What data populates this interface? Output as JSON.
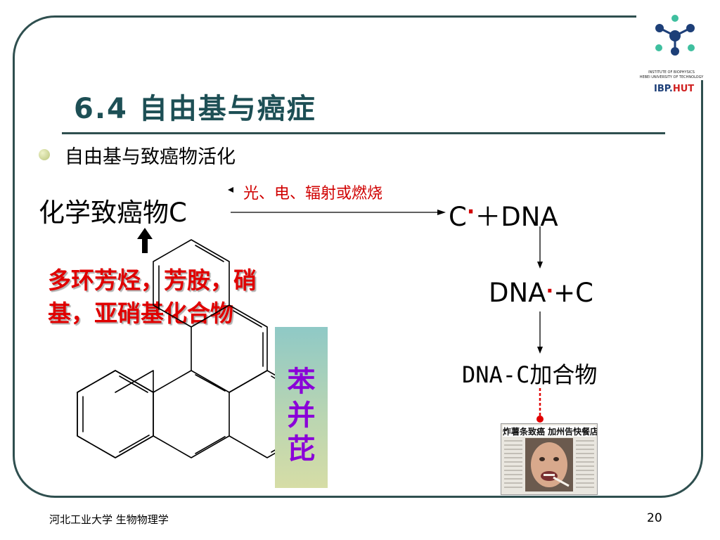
{
  "slide": {
    "title_number": "6.4",
    "title_text": "自由基与癌症",
    "bullet": "自由基与致癌物活化"
  },
  "reaction": {
    "reactant_cn": "化学致癌物",
    "reactant_letter": "C",
    "condition": "光、电、辐射或燃烧",
    "product1_c": "C",
    "product1_dot": "·",
    "product1_rest": "＋DNA",
    "product2_dna": "DNA",
    "product2_dot": "·",
    "product2_rest": "+C",
    "adduct_latin": "DNA-C",
    "adduct_cn": "加合物"
  },
  "carcinogens": {
    "line1": "多环芳烃，芳胺，硝",
    "line2": "基，亚硝基化合物"
  },
  "benzopyrene": {
    "chars": [
      "苯",
      "并",
      "芘"
    ]
  },
  "newspaper": {
    "headline": "炸薯条致癌 加州告快餐店"
  },
  "logo": {
    "caption_line1": "INSTITUTE OF BIOPHYSICS",
    "caption_line2": "HEBEI UNIVERSITY OF TECHNOLOGY",
    "mark_main": "IBP.",
    "mark_accent": "HUT"
  },
  "footer": {
    "left": "河北工业大学 生物物理学",
    "page_number": "20"
  },
  "colors": {
    "title": "#1d4f55",
    "frame": "#2f4f4f",
    "red": "#d00000",
    "purple": "#8a00d8",
    "logo_teal": "#3fbf9f",
    "logo_navy": "#1d3f78"
  }
}
